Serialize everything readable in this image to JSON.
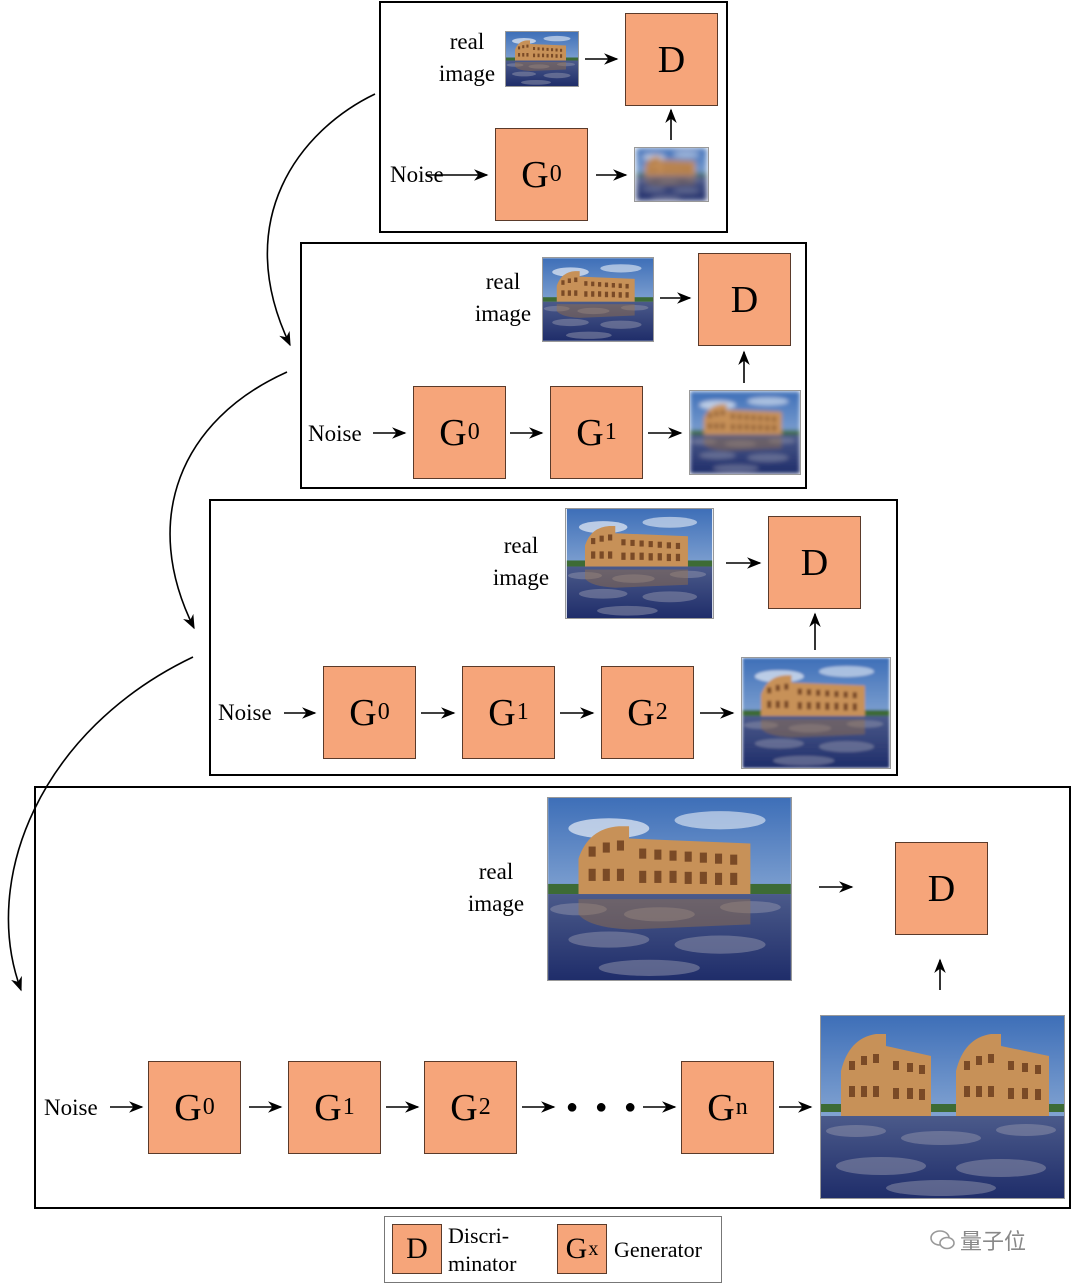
{
  "labels": {
    "real_image": [
      "real",
      "image"
    ],
    "noise": "Noise",
    "discriminator": "D",
    "generator_prefix": "G",
    "ellipsis": "● ● ●"
  },
  "stages": [
    {
      "generators": [
        "0"
      ]
    },
    {
      "generators": [
        "0",
        "1"
      ]
    },
    {
      "generators": [
        "0",
        "1",
        "2"
      ]
    },
    {
      "generators": [
        "0",
        "1",
        "2",
        "n"
      ]
    }
  ],
  "legend": {
    "d_symbol": "D",
    "d_text": [
      "Discri-",
      "minator"
    ],
    "g_symbol": "G",
    "g_sub": "x",
    "g_text": "Generator"
  },
  "watermark": "量子位",
  "colors": {
    "box_fill": "#f6a57a",
    "sky": "#4d7fc4",
    "stone": "#c08a55",
    "water": "#2c3f80"
  }
}
